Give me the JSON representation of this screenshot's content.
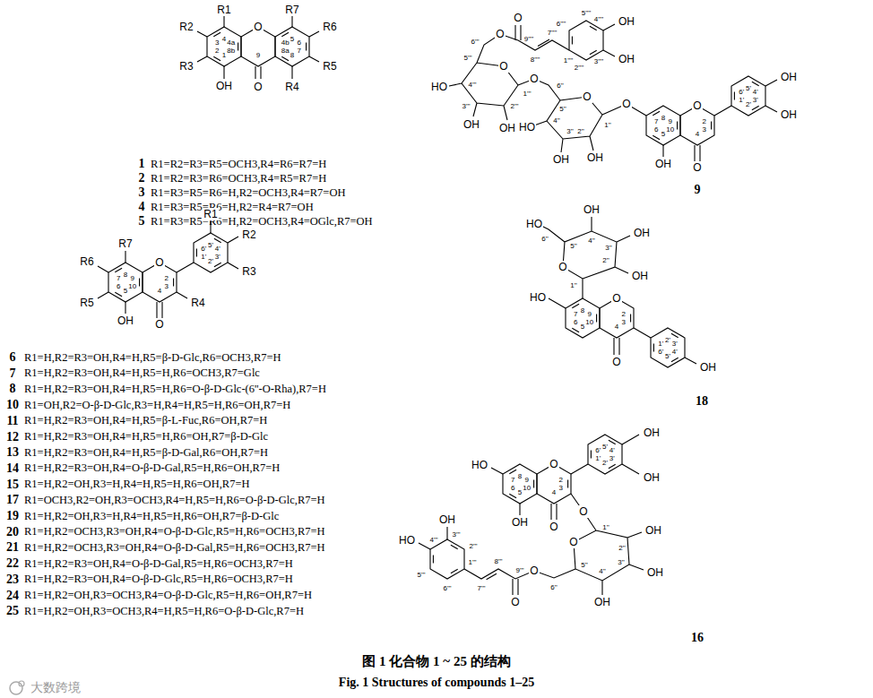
{
  "diagram": {
    "caption": "图 1 化合物 1 ~ 25 的结构",
    "labels": [
      "R1",
      "R2",
      "R3",
      "OH",
      "O",
      "O",
      "R4",
      "R5",
      "R6",
      "R7",
      "1",
      "2",
      "3",
      "4",
      "4a",
      "8b",
      "9",
      "4b",
      "5",
      "6",
      "7",
      "8",
      "8a",
      "1",
      "R1=R2=R3=R5=OCH3,R4=R6=R7=H",
      "2",
      "R1=R2=R3=R6=OCH3,R4=R5=R7=H",
      "3",
      "R1=R3=R5=R6=H,R2=OCH3,R4=R7=OH",
      "4",
      "R1=R3=R5=R6=H,R2=R4=R7=OH",
      "5",
      "R1=R3=R5=R6=H,R2=OCH3,R4=OGlc,R7=OH",
      "R1",
      "R2",
      "R3",
      "R7",
      "R6",
      "R5",
      "OH",
      "O",
      "O",
      "R4",
      "8",
      "9",
      "10",
      "5",
      "6",
      "7",
      "2",
      "3",
      "4",
      "1'",
      "2'",
      "3'",
      "4'",
      "5'",
      "6'",
      "6",
      "R1=H,R2=R3=OH,R4=H,R5=β-D-Glc,R6=OCH3,R7=H",
      "7",
      "R1=H,R2=R3=OH,R4=H,R5=H,R6=OCH3,R7=Glc",
      "8",
      "R1=H,R2=R3=OH,R4=H,R5=H,R6=O-β-D-Glc-(6''-O-Rha),R7=H",
      "10",
      "R1=OH,R2=O-β-D-Glc,R3=H,R4=H,R5=H,R6=OH,R7=H",
      "11",
      "R1=H,R2=R3=OH,R4=H,R5=β-L-Fuc,R6=OH,R7=H",
      "12",
      "R1=H,R2=R3=OH,R4=H,R5=H,R6=OH,R7=β-D-Glc",
      "13",
      "R1=H,R2=R3=OH,R4=H,R5=β-D-Gal,R6=OH,R7=H",
      "14",
      "R1=H,R2=R3=OH,R4=O-β-D-Gal,R5=H,R6=OH,R7=H",
      "15",
      "R1=H,R2=OH,R3=H,R4=H,R5=H,R6=OH,R7=H",
      "17",
      "R1=OCH3,R2=OH,R3=OCH3,R4=H,R5=H,R6=O-β-D-Glc,R7=H",
      "19",
      "R1=H,R2=OH,R3=H,R4=H,R5=H,R6=OH,R7=β-D-Glc",
      "20",
      "R1=H,R2=OCH3,R3=OH,R4=O-β-D-Glc,R5=H,R6=OCH3,R7=H",
      "21",
      "R1=H,R2=OCH3,R3=OH,R4=O-β-D-Gal,R5=H,R6=OCH3,R7=H",
      "22",
      "R1=H,R2=R3=OH,R4=O-β-D-Gal,R5=H,R6=OCH3,R7=H",
      "23",
      "R1=H,R2=R3=OH,R4=O-β-D-Glc,R5=H,R6=OCH3,R7=H",
      "24",
      "R1=H,R2=OH,R3=OCH3,R4=O-β-D-Glc,R5=H,R6=OH,R7=H",
      "25",
      "R1=H,R2=OH,R3=OCH3,R4=H,R5=H,R6=O-β-D-Glc,R7=H",
      "OH",
      "OH",
      "O",
      "O",
      "OH",
      "O",
      "O",
      "OH",
      "OH",
      "HO",
      "O",
      "O",
      "HO",
      "OH",
      "OH",
      "O",
      "O",
      "OH",
      "OH",
      "8",
      "9",
      "10",
      "5",
      "6",
      "7",
      "2",
      "3",
      "4",
      "1'",
      "2'",
      "3'",
      "4'",
      "5'",
      "6'",
      "1''",
      "2''",
      "3''",
      "4''",
      "5''",
      "6''",
      "1'''",
      "2'''",
      "3'''",
      "4'''",
      "5'''",
      "6'''",
      "1''''",
      "2''''",
      "3''''",
      "4''''",
      "5''''",
      "6''''",
      "7''''",
      "8''''",
      "9''''",
      "9",
      "O",
      "HO",
      "OH",
      "OH",
      "OH",
      "HO",
      "O",
      "O",
      "OH",
      "8",
      "9",
      "10",
      "5",
      "6",
      "7",
      "2",
      "3",
      "4",
      "1'",
      "2'",
      "3'",
      "4'",
      "5'",
      "6'",
      "1''",
      "2''",
      "3''",
      "4''",
      "5''",
      "6''",
      "18",
      "HO",
      "O",
      "O",
      "OH",
      "OH",
      "OH",
      "O",
      "O",
      "OH",
      "OH",
      "OH",
      "O",
      "O",
      "OH",
      "HO",
      "8",
      "9",
      "10",
      "5",
      "6",
      "7",
      "2",
      "3",
      "4",
      "1'",
      "2'",
      "3'",
      "4'",
      "5'",
      "6'",
      "1''",
      "2''",
      "3''",
      "4''",
      "5''",
      "6''",
      "1'''",
      "2'''",
      "3'''",
      "4'''",
      "5'''",
      "6'''",
      "7'''",
      "8'''",
      "9'''",
      "16",
      "Fig. 1 Structures of compounds 1–25",
      "大数跨境"
    ]
  }
}
